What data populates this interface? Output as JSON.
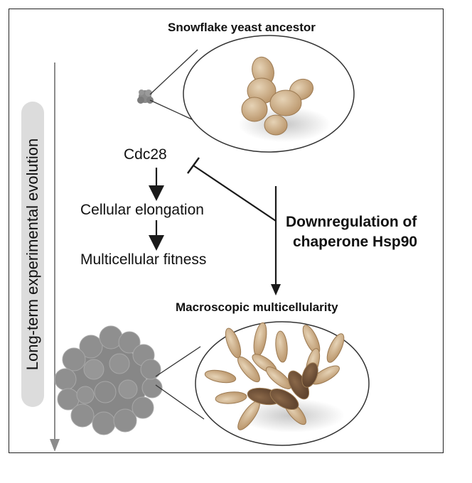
{
  "title_top": "Snowflake yeast ancestor",
  "side_label": "Long-term experimental evolution",
  "cdc28": "Cdc28",
  "cellular_elongation": "Cellular elongation",
  "multicellular_fitness": "Multicellular fitness",
  "downregulation_line1": "Downregulation of",
  "downregulation_line2": "chaperone Hsp90",
  "title_bottom": "Macroscopic multicellularity",
  "colors": {
    "cell_tan": "#cdb08a",
    "cell_dark": "#6e4f37",
    "cluster_gray": "#8a8a8a",
    "pill_gray": "#dcdcdc",
    "arrow": "#1a1a1a",
    "side_arrow": "#8c8c8c"
  }
}
